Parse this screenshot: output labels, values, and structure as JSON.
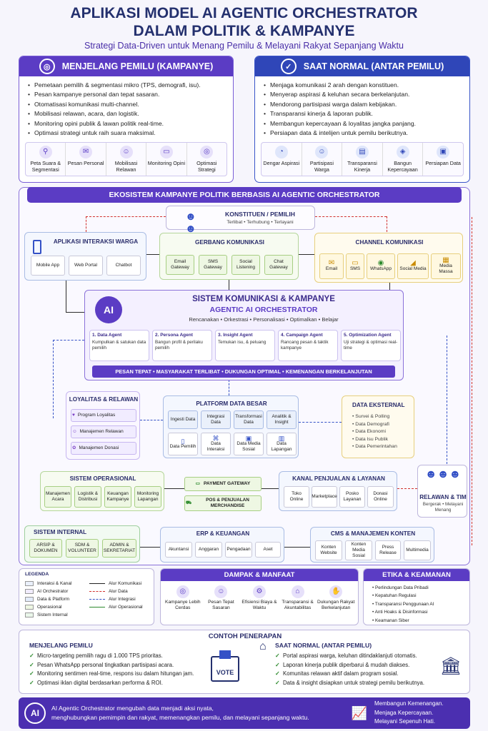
{
  "title_line1": "APLIKASI MODEL AI AGENTIC ORCHESTRATOR",
  "title_line2": "DALAM POLITIK & KAMPANYE",
  "subtitle": "Strategi Data-Driven untuk Menang Pemilu & Melayani Rakyat Sepanjang Waktu",
  "campaign": {
    "header": "MENJELANG PEMILU (KAMPANYE)",
    "bullets": [
      "Pemetaan pemilih & segmentasi mikro (TPS, demografi, isu).",
      "Pesan kampanye personal dan tepat sasaran.",
      "Otomatisasi komunikasi multi-channel.",
      "Mobilisasi relawan, acara, dan logistik.",
      "Monitoring opini publik & lawan politik real-time.",
      "Optimasi strategi untuk raih suara maksimal."
    ],
    "icons": [
      {
        "label": "Peta Suara & Segmentasi",
        "icon": "map-pin-icon"
      },
      {
        "label": "Pesan Personal",
        "icon": "envelope-icon"
      },
      {
        "label": "Mobilisasi Relawan",
        "icon": "people-icon"
      },
      {
        "label": "Monitoring Opini",
        "icon": "monitor-icon"
      },
      {
        "label": "Optimasi Strategi",
        "icon": "target-icon"
      }
    ]
  },
  "normal": {
    "header": "SAAT NORMAL (ANTAR PEMILU)",
    "bullets": [
      "Menjaga komunikasi 2 arah dengan konstituen.",
      "Menyerap aspirasi & keluhan secara berkelanjutan.",
      "Mendorong partisipasi warga dalam kebijakan.",
      "Transparansi kinerja & laporan publik.",
      "Membangun kepercayaan & loyalitas jangka panjang.",
      "Persiapan data & intelijen untuk pemilu berikutnya."
    ],
    "icons": [
      {
        "label": "Dengar Aspirasi",
        "icon": "ear-icon"
      },
      {
        "label": "Partisipasi Warga",
        "icon": "group-icon"
      },
      {
        "label": "Transparansi Kinerja",
        "icon": "report-icon"
      },
      {
        "label": "Bangun Kepercayaan",
        "icon": "shield-icon"
      },
      {
        "label": "Persiapan Data",
        "icon": "database-icon"
      }
    ]
  },
  "eco": {
    "header": "EKOSISTEM KAMPANYE POLITIK BERBASIS AI AGENTIC ORCHESTRATOR",
    "konstituen": {
      "title": "KONSTITUEN / PEMILIH",
      "sub": "Terlibat • Terhubung • Terlayani"
    },
    "app": {
      "title": "APLIKASI INTERAKSI WARGA",
      "items": [
        "Mobile App",
        "Web Portal",
        "Chatbot"
      ]
    },
    "gateway": {
      "title": "GERBANG KOMUNIKASI",
      "items": [
        "Email Gateway",
        "SMS Gateway",
        "Social Listening",
        "Chat Gateway"
      ]
    },
    "channel": {
      "title": "CHANNEL KOMUNIKASI",
      "items": [
        "Email",
        "SMS",
        "WhatsApp",
        "Social Media",
        "Media Massa"
      ]
    },
    "core": {
      "title": "SISTEM KOMUNIKASI & KAMPANYE",
      "title2": "AGENTIC AI ORCHESTRATOR",
      "tagline": "Rencanakan • Orkestrasi • Personalisasi • Optimalkan • Belajar",
      "ai_label": "AI",
      "agents": [
        {
          "name": "1. Data Agent",
          "desc": "Kumpulkan & satukan data pemilih"
        },
        {
          "name": "2. Persona Agent",
          "desc": "Bangun profil & perilaku pemilih"
        },
        {
          "name": "3. Insight Agent",
          "desc": "Temukan isu, & peluang"
        },
        {
          "name": "4. Campaign Agent",
          "desc": "Rancang pesan & taktik kampanye"
        },
        {
          "name": "5. Optimization Agent",
          "desc": "Uji strategi & optimasi real-time"
        }
      ],
      "banner": "PESAN TEPAT • MASYARAKAT TERLIBAT • DUKUNGAN OPTIMAL • KEMENANGAN BERKELANJUTAN"
    },
    "loyalitas": {
      "title": "LOYALITAS & RELAWAN",
      "items": [
        "Program Loyalitas",
        "Manajemen Relawan",
        "Manajemen Donasi"
      ]
    },
    "bigdata": {
      "title": "PLATFORM DATA BESAR",
      "row1": [
        "Ingesti Data",
        "Integrasi Data",
        "Transformasi Data",
        "Analitik & Insight"
      ],
      "row2": [
        "Data Pemilih",
        "Data Interaksi",
        "Data Media Sosial",
        "Data Lapangan"
      ]
    },
    "eksternal": {
      "title": "DATA EKSTERNAL",
      "items": [
        "Survei & Polling",
        "Data Demografi",
        "Data Ekonomi",
        "Data Isu Publik",
        "Data Pemerintahan"
      ]
    },
    "relawan": {
      "title": "RELAWAN & TIM",
      "sub": "Bergerak • Melayani Menang"
    },
    "operasional": {
      "title": "SISTEM OPERASIONAL",
      "items": [
        "Manajemen Acara",
        "Logistik & Distribusi",
        "Keuangan Kampanye",
        "Monitoring Lapangan"
      ]
    },
    "payment": "PAYMENT GATEWAY",
    "pos": "POS & PENJUALAN MERCHANDISE",
    "kanal": {
      "title": "KANAL PENJUALAN & LAYANAN",
      "items": [
        "Toko Online",
        "Marketplace",
        "Posko Layanan",
        "Donasi Online"
      ]
    },
    "internal": {
      "title": "SISTEM INTERNAL",
      "items": [
        "ARSIP & DOKUMEN",
        "SDM & VOLUNTEER",
        "ADMIN & SEKRETARIAT"
      ]
    },
    "erp": {
      "title": "ERP & KEUANGAN",
      "items": [
        "Akuntansi",
        "Anggaran",
        "Pengadaan",
        "Aset"
      ]
    },
    "cms": {
      "title": "CMS & MANAJEMEN KONTEN",
      "items": [
        "Konten Website",
        "Konten Media Sosial",
        "Press Release",
        "Multimedia"
      ]
    }
  },
  "legend": {
    "title": "LEGENDA",
    "swatches": [
      {
        "label": "Interaksi & Kanal",
        "color": "#eaf0fb"
      },
      {
        "label": "AI Orchestrator",
        "color": "#f1ecff"
      },
      {
        "label": "Data & Platform",
        "color": "#e3ecfb"
      },
      {
        "label": "Operasional",
        "color": "#eef7e3"
      },
      {
        "label": "Sistem Internal",
        "color": "#eaf6ea"
      }
    ],
    "arrows": [
      {
        "label": "Alur Komunikasi",
        "color": "#222222"
      },
      {
        "label": "Alur Data",
        "color": "#d0312d"
      },
      {
        "label": "Alur Integrasi",
        "color": "#3451c6"
      },
      {
        "label": "Alur Operasional",
        "color": "#2d8a2d"
      }
    ]
  },
  "dampak": {
    "title": "DAMPAK & MANFAAT",
    "items": [
      {
        "label": "Kampanye Lebih Cerdas",
        "icon": "brain-icon"
      },
      {
        "label": "Pesan Tepat Sasaran",
        "icon": "people-icon"
      },
      {
        "label": "Efisiensi Biaya & Waktu",
        "icon": "gear-icon"
      },
      {
        "label": "Transparansi & Akuntabilitas",
        "icon": "building-icon"
      },
      {
        "label": "Dukungan Rakyat Berkelanjutan",
        "icon": "handshake-icon"
      }
    ]
  },
  "etika": {
    "title": "ETIKA & KEAMANAN",
    "items": [
      "Perlindungan Data Pribadi",
      "Kepatuhan Regulasi",
      "Transparansi Penggunaan AI",
      "Anti Hoaks & Disinformasi",
      "Keamanan Siber"
    ]
  },
  "contoh": {
    "title": "CONTOH PENERAPAN",
    "left_title": "MENJELANG PEMILU",
    "left": [
      "Micro-targeting pemilih ragu di 1.000  TPS prioritas.",
      "Pesan WhatsApp personal tingkatkan partisipasi acara.",
      "Monitoring sentimen real-time, respons isu dalam hitungan jam.",
      "Optimasi iklan digital berdasarkan performa & ROI."
    ],
    "vote": "VOTE",
    "right_title": "SAAT NORMAL (ANTAR PEMILU)",
    "right": [
      "Portal aspirasi warga, keluhan ditindaklanjuti otomatis.",
      "Laporan kinerja publik diperbarui & mudah diakses.",
      "Komunitas relawan aktif dalam program sosial.",
      "Data & insight disiapkan untuk strategi pemilu berikutnya."
    ]
  },
  "footer": {
    "ai": "AI",
    "line1": "AI Agentic Orchestrator mengubah data menjadi aksi nyata,",
    "line2": "menghubungkan pemimpin dan rakyat, memenangkan pemilu, dan melayani sepanjang waktu.",
    "r1": "Membangun Kemenangan.",
    "r2": "Menjaga Kepercayaan.",
    "r3": "Melayani Sepenuh Hati."
  }
}
